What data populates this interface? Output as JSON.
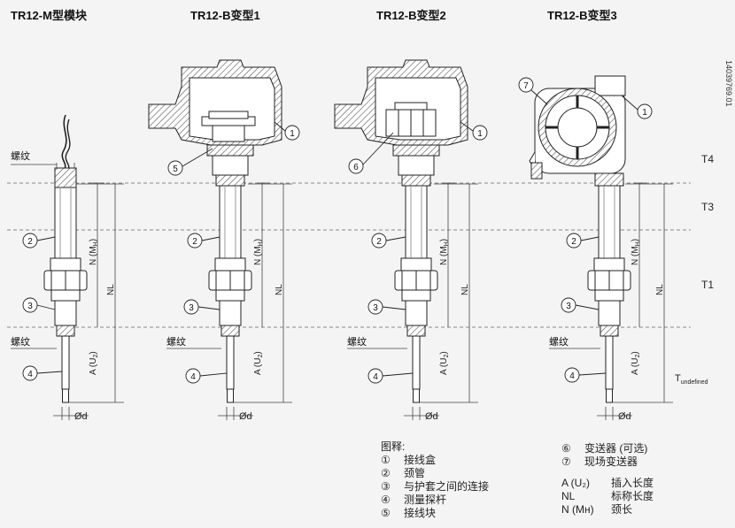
{
  "titles": [
    "TR12-M型模块",
    "TR12-B变型1",
    "TR12-B变型2",
    "TR12-B变型3"
  ],
  "drawing_number": "14039769.01",
  "zones": {
    "t4": "T4",
    "t3": "T3",
    "t1": "T1",
    "t_undef_main": "T",
    "t_undef_sub": "undefined"
  },
  "labels": {
    "thread": "螺纹",
    "n_mh_main": "N (M",
    "n_mh_sub": "H",
    "n_mh_close": ")",
    "nl": "NL",
    "a_u2_main": "A (U",
    "a_u2_sub": "2",
    "a_u2_close": ")",
    "phi_d": "Ød"
  },
  "callouts": [
    "1",
    "2",
    "3",
    "4",
    "5",
    "6",
    "7"
  ],
  "legend": {
    "heading": "图释:",
    "items": [
      {
        "sym": "①",
        "text": "接线盒"
      },
      {
        "sym": "②",
        "text": "颈管"
      },
      {
        "sym": "③",
        "text": "与护套之间的连接"
      },
      {
        "sym": "④",
        "text": "测量探杆"
      },
      {
        "sym": "⑤",
        "text": "接线块"
      }
    ],
    "items_right": [
      {
        "sym": "⑥",
        "text": "变送器 (可选)"
      },
      {
        "sym": "⑦",
        "text": "现场变送器"
      }
    ],
    "abbrev": [
      {
        "sym": "A (U₂)",
        "text": "插入长度"
      },
      {
        "sym": "NL",
        "text": "标称长度"
      },
      {
        "sym": "N (Mн)",
        "text": "颈长"
      }
    ]
  }
}
